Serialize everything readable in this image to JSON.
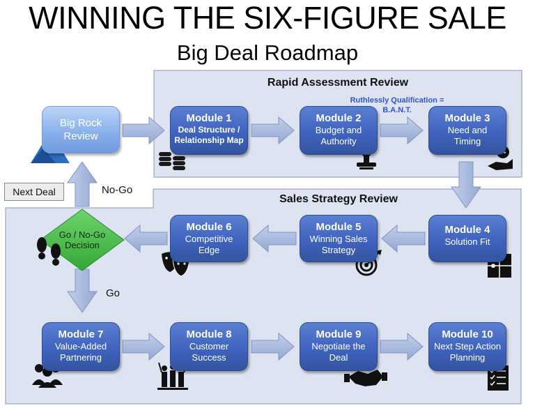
{
  "header": {
    "title": "WINNING THE SIX-FIGURE SALE",
    "subtitle": "Big Deal Roadmap"
  },
  "sections": {
    "rapid": "Rapid Assessment Review",
    "sales": "Sales Strategy Review"
  },
  "big_rock": "Big Rock Review",
  "qualification_note": "Ruthlessly Qualification = B.A.N.T.",
  "decision": "Go / No-Go Decision",
  "labels": {
    "go": "Go",
    "no_go": "No-Go",
    "next_deal": "Next Deal"
  },
  "modules": [
    {
      "title": "Module 1",
      "sub": "Deal Structure / Relationship Map",
      "icon": "coins-icon"
    },
    {
      "title": "Module 2",
      "sub": "Budget and Authority",
      "icon": "stamp-icon"
    },
    {
      "title": "Module 3",
      "sub": "Need and Timing",
      "icon": "hand-clock-icon"
    },
    {
      "title": "Module 4",
      "sub": "Solution Fit",
      "icon": "puzzle-icon"
    },
    {
      "title": "Module 5",
      "sub": "Winning Sales Strategy",
      "icon": "target-icon"
    },
    {
      "title": "Module 6",
      "sub": "Competitive Edge",
      "icon": "theater-masks-icon"
    },
    {
      "title": "Module 7",
      "sub": "Value-Added Partnering",
      "icon": "people-icon"
    },
    {
      "title": "Module 8",
      "sub": "Customer Success",
      "icon": "team-celebration-icon"
    },
    {
      "title": "Module 9",
      "sub": "Negotiate the Deal",
      "icon": "handshake-icon"
    },
    {
      "title": "Module 10",
      "sub": "Next Step Action Planning",
      "icon": "checklist-icon"
    }
  ],
  "colors": {
    "module_blue": "#4467c4",
    "panel": "#dde3f0",
    "arrow": "#a9b9dd",
    "decision_green": "#4cc24c",
    "qualification_text": "#2f55c9"
  }
}
